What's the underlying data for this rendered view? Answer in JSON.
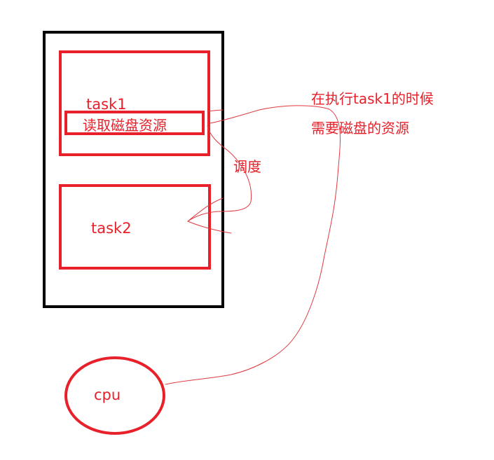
{
  "colors": {
    "outline": "#000000",
    "accent": "#e8202a",
    "sketch": "#e03a40"
  },
  "diagram": {
    "task1_label": "task1",
    "read_disk_label": "读取磁盘资源",
    "task2_label": "task2",
    "schedule_label": "调度",
    "note_line1": "在执行task1的时候",
    "note_line2": "需要磁盘的资源",
    "cpu_label": "cpu"
  }
}
